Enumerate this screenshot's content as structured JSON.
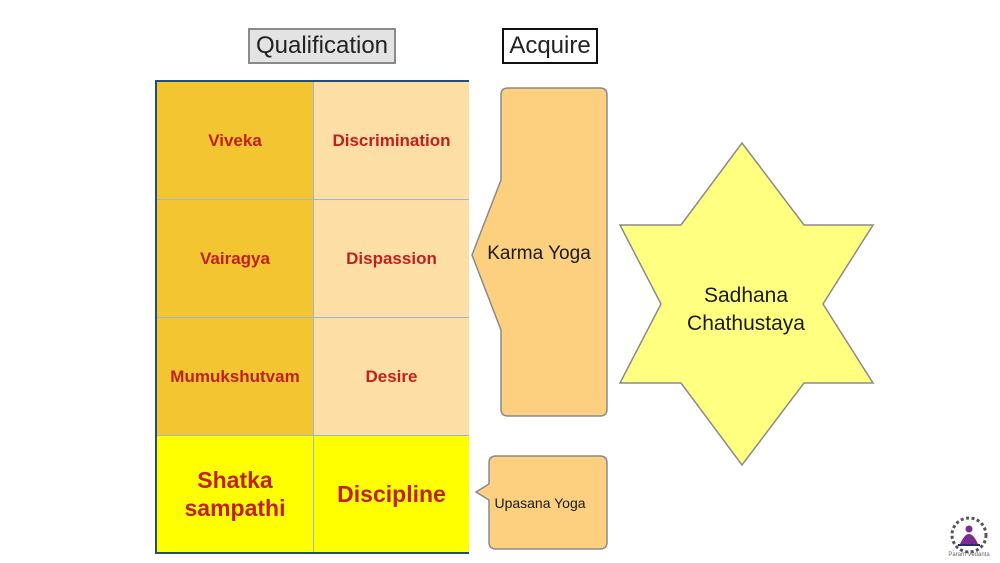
{
  "headers": {
    "qualification": "Qualification",
    "acquire": "Acquire"
  },
  "table": {
    "rows": [
      {
        "term": "Viveka",
        "meaning": "Discrimination"
      },
      {
        "term": "Vairagya",
        "meaning": "Dispassion"
      },
      {
        "term": "Mumukshutvam",
        "meaning": "Desire"
      },
      {
        "term": "Shatka sampathi",
        "meaning": "Discipline"
      }
    ]
  },
  "callouts": {
    "karma_yoga": "Karma Yoga",
    "upasana_yoga": "Upasana Yoga"
  },
  "star": {
    "line1": "Sadhana",
    "line2": "Chathustaya"
  },
  "logo": {
    "caption": "Param Vedanta"
  },
  "colors": {
    "cell_dark": "#f2c531",
    "cell_light": "#fddea5",
    "cell_highlight": "#ffff00",
    "text_red": "#c0211f",
    "table_border": "#1f4e79",
    "callout_fill": "#fcd07f",
    "star_fill": "#ffff80"
  }
}
